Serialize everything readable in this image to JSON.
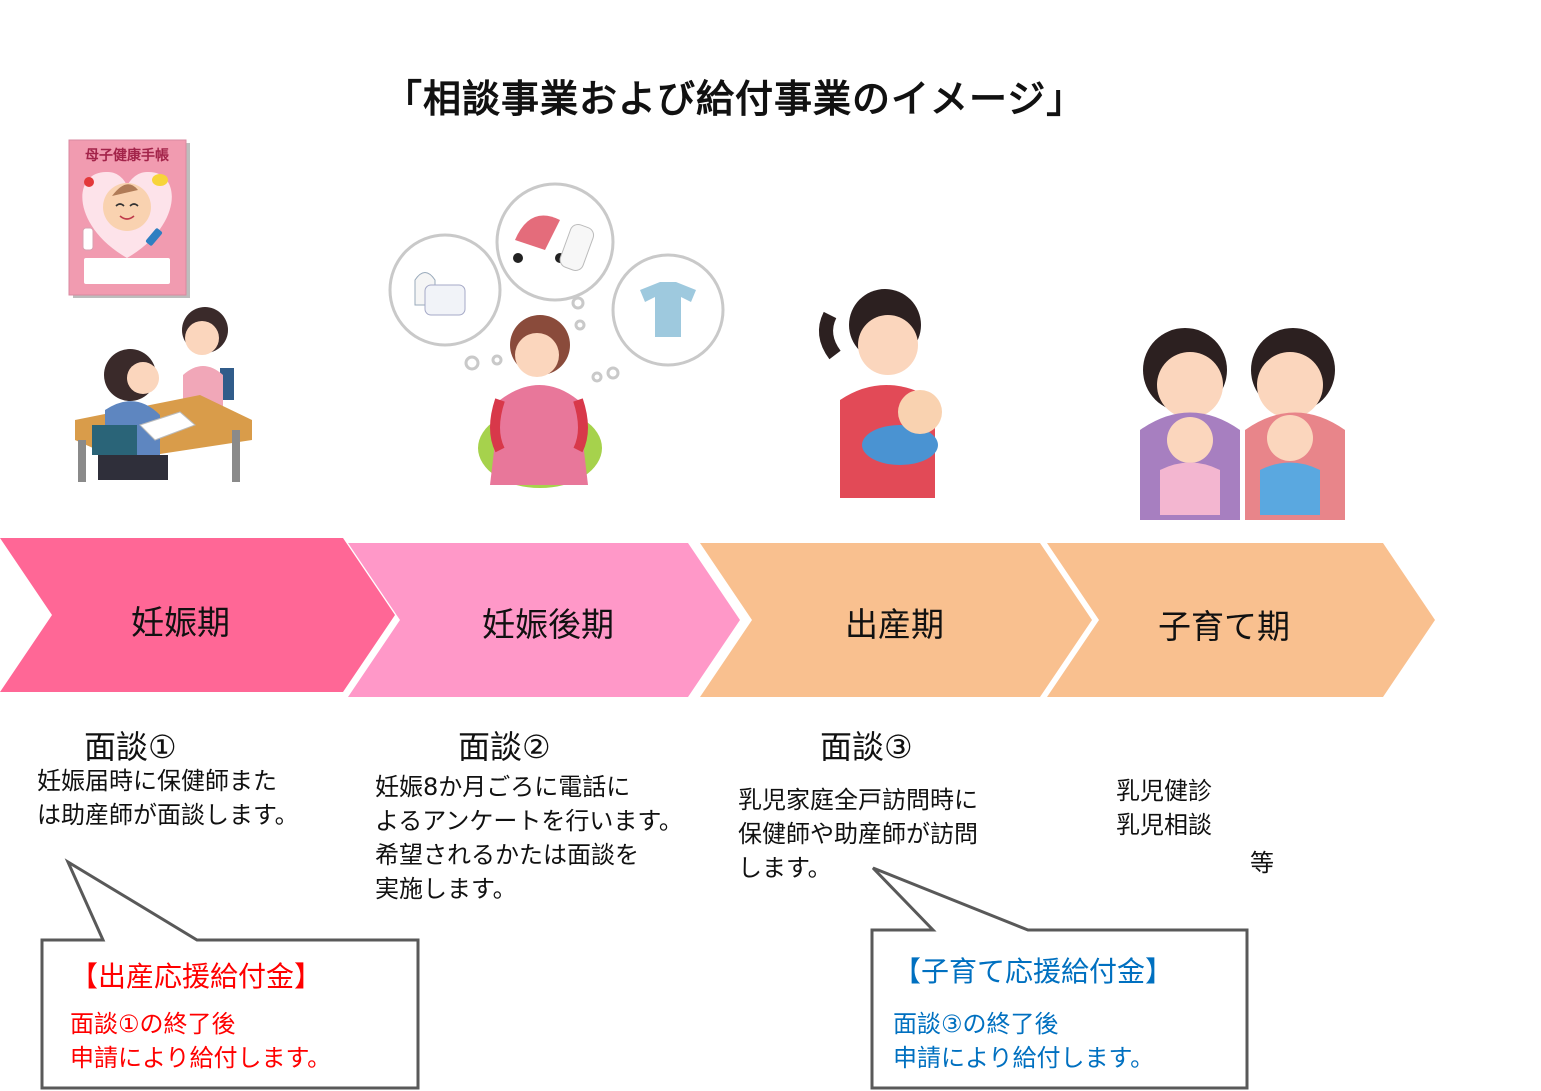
{
  "title": "「相談事業および給付事業のイメージ」",
  "colors": {
    "stage1": "#ff6796",
    "stage2": "#ff98c8",
    "stage3": "#f9c08f",
    "stage4": "#f9c08f",
    "callout_border": "#595959",
    "callout1_text": "#ff0000",
    "callout2_text": "#0070c0"
  },
  "stages": [
    {
      "label": "妊娠期"
    },
    {
      "label": "妊娠後期"
    },
    {
      "label": "出産期"
    },
    {
      "label": "子育て期"
    }
  ],
  "consultations": [
    {
      "heading": "面談①",
      "description": "妊娠届時に保健師また\nは助産師が面談します。"
    },
    {
      "heading": "面談②",
      "description": "妊娠8か月ごろに電話に\nよるアンケートを行います。\n希望されるかたは面談を\n実施します。"
    },
    {
      "heading": "面談③",
      "description": "乳児家庭全戸訪問時に\n保健師や助産師が訪問\nします。"
    }
  ],
  "childcare": {
    "items": [
      "乳児健診",
      "乳児相談"
    ],
    "etc": "等"
  },
  "callouts": [
    {
      "title": "【出産応援給付金】",
      "body": "面談①の終了後\n申請により給付します。"
    },
    {
      "title": "【子育て応援給付金】",
      "body": "面談③の終了後\n申請により給付します。"
    }
  ],
  "illustrations": {
    "handbook_title": "母子健康手帳",
    "handbook": "maternal-child-handbook-illustration",
    "interview": "consultation-at-desk-illustration",
    "pregnant": "pregnant-woman-thinking-of-baby-goods-illustration",
    "mother_baby": "mother-holding-baby-illustration",
    "parents_children": "parents-with-babies-illustration"
  }
}
